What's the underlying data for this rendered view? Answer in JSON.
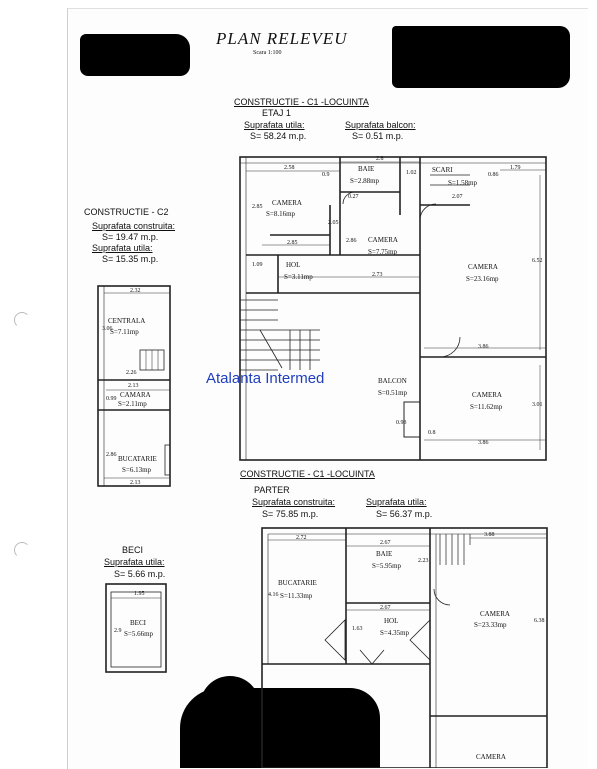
{
  "header": {
    "title": "PLAN RELEVEU",
    "scale": "Scara 1:100"
  },
  "watermark": "Atalanta Intermed",
  "c1_etaj": {
    "heading": "CONSTRUCTIE - C1   -LOCUINTA",
    "level": "ETAJ 1",
    "su_label": "Suprafata utila:",
    "su_value": "S= 58.24 m.p.",
    "sb_label": "Suprafata balcon:",
    "sb_value": "S= 0.51 m.p.",
    "rooms": {
      "camera1": "CAMERA",
      "camera1_s": "S=8.16mp",
      "baie": "BAIE",
      "baie_s": "S=2.88mp",
      "scari": "SCARI",
      "scari_s": "S=1.58mp",
      "camera2": "CAMERA",
      "camera2_s": "S=7.75mp",
      "camera3": "CAMERA",
      "camera3_s": "S=23.16mp",
      "hol": "HOL",
      "hol_s": "S=3.11mp",
      "balcon": "BALCON",
      "balcon_s": "S=0.51mp",
      "camera4": "CAMERA",
      "camera4_s": "S=11.62mp"
    },
    "dims": {
      "d258": "2.58",
      "d28": "2.8",
      "d179": "1.79",
      "d09": "0.9",
      "d102": "1.02",
      "d086": "0.86",
      "d027": "0.27",
      "d207": "2.07",
      "d285a": "2.85",
      "d285b": "2.85",
      "d205": "2.05",
      "d286": "2.86",
      "d273": "2.73",
      "d109": "1.09",
      "d652": "6.52",
      "d386a": "3.86",
      "d386b": "3.86",
      "d301": "3.01",
      "d093": "0.93",
      "d08": "0.8"
    }
  },
  "c2": {
    "heading": "CONSTRUCTIE - C2",
    "sc_label": "Suprafata construita:",
    "sc_value": "S= 19.47 m.p.",
    "su_label": "Suprafata utila:",
    "su_value": "S= 15.35 m.p.",
    "rooms": {
      "centrala": "CENTRALA",
      "centrala_s": "S=7.11mp",
      "camara": "CAMARA",
      "camara_s": "S=2.11mp",
      "bucatarie": "BUCATARIE",
      "bucatarie_s": "S=6.13mp"
    },
    "dims": {
      "d232": "2.32",
      "d306": "3.06",
      "d226": "2.26",
      "d213a": "2.13",
      "d099": "0.99",
      "d286": "2.86",
      "d213b": "2.13"
    }
  },
  "beci": {
    "heading": "BECI",
    "su_label": "Suprafata utila:",
    "su_value": "S= 5.66 m.p.",
    "room": "BECI",
    "room_s": "S=5.66mp",
    "dims": {
      "d195": "1.95",
      "d29": "2.9"
    }
  },
  "c1_parter": {
    "heading": "CONSTRUCTIE - C1   -LOCUINTA",
    "level": "PARTER",
    "sc_label": "Suprafata construita:",
    "sc_value": "S= 75.85 m.p.",
    "su_label": "Suprafata utila:",
    "su_value": "S= 56.37 m.p.",
    "rooms": {
      "bucatarie": "BUCATARIE",
      "bucatarie_s": "S=11.33mp",
      "baie": "BAIE",
      "baie_s": "S=5.95mp",
      "camera1": "CAMERA",
      "camera1_s": "S=23.33mp",
      "hol": "HOL",
      "hol_s": "S=4.35mp",
      "camera2": "CAMERA"
    },
    "dims": {
      "d272": "2.72",
      "d267a": "2.67",
      "d388": "3.88",
      "d416": "4.16",
      "d223": "2.23",
      "d267b": "2.67",
      "d163": "1.63",
      "d638": "6.38"
    }
  }
}
